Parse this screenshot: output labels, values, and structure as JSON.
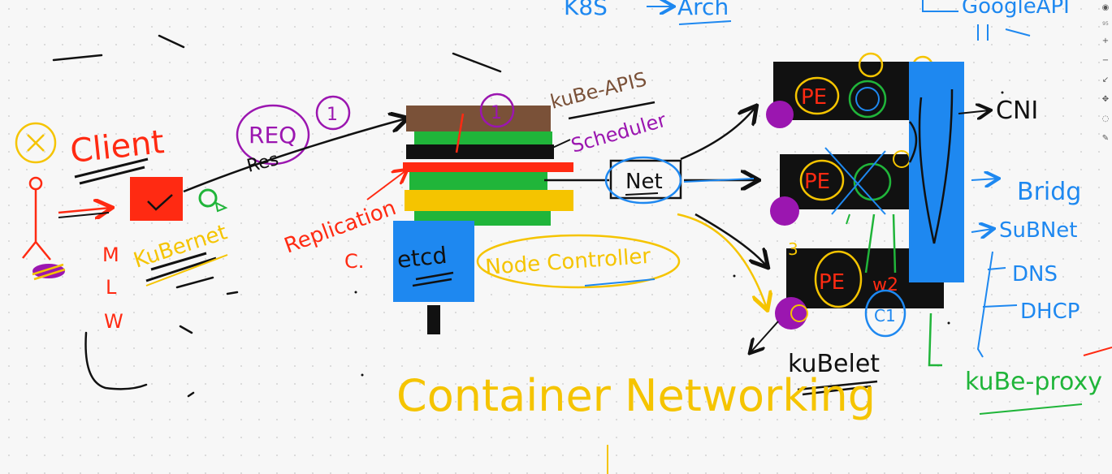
{
  "canvas": {
    "background": "#f7f7f7",
    "grid_dots": "#d9d9d9"
  },
  "labels": {
    "client": "Client",
    "req": "REQ",
    "res": "Res",
    "step_one_a": "1",
    "step_one_b": "1",
    "kubenet": "KuBernet",
    "mlw_m": "M",
    "mlw_l": "L",
    "mlw_w": "W",
    "kube_apis": "kuBe-APIS",
    "scheduler": "Scheduler",
    "replication": "Replication",
    "replication_c": "C.",
    "etcd": "etcd",
    "node_controller": "Node Controller",
    "net": "Net",
    "container_networking": "Container Networking",
    "k8s_arch_a": "K8S",
    "k8s_arch_b": "Arch",
    "google": "GoogleAPI",
    "cni": "CNI",
    "bridge": "Bridg",
    "subnet": "SuBNet",
    "dns": "DNS",
    "dhcp": "DHCP",
    "kubelet": "kuBelet",
    "kube_proxy": "kuBe-proxy",
    "pe1": "PE",
    "pe2": "PE",
    "pe3": "PE",
    "w2": "w2",
    "c1": "C1",
    "n3": "3"
  },
  "toolbar": {
    "zoom": "95",
    "icons": [
      "eye-icon",
      "plus-icon",
      "minus-icon",
      "cursor-icon",
      "move-icon",
      "lasso-icon",
      "pen-tool-icon"
    ]
  },
  "colors": {
    "red": "#ff2a12",
    "black": "#111111",
    "blue": "#1e88f0",
    "yellow": "#f5c400",
    "green": "#20b53a",
    "purple": "#9b16b0",
    "brown": "#7a5138"
  }
}
